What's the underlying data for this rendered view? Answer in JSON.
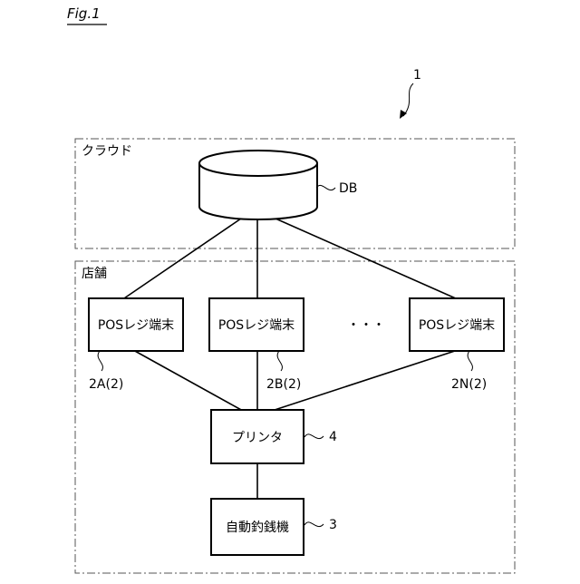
{
  "figure": {
    "label": "Fig.1",
    "ref": "1"
  },
  "regions": {
    "cloud": "クラウド",
    "store": "店舗"
  },
  "db": {
    "label": "DB"
  },
  "terminals": [
    {
      "label": "POSレジ端末",
      "ref": "2A(2)"
    },
    {
      "label": "POSレジ端末",
      "ref": "2B(2)"
    },
    {
      "label": "POSレジ端末",
      "ref": "2N(2)"
    }
  ],
  "ellipsis": "・・・",
  "printer": {
    "label": "プリンタ",
    "ref": "4"
  },
  "change_machine": {
    "label": "自動釣銭機",
    "ref": "3"
  }
}
